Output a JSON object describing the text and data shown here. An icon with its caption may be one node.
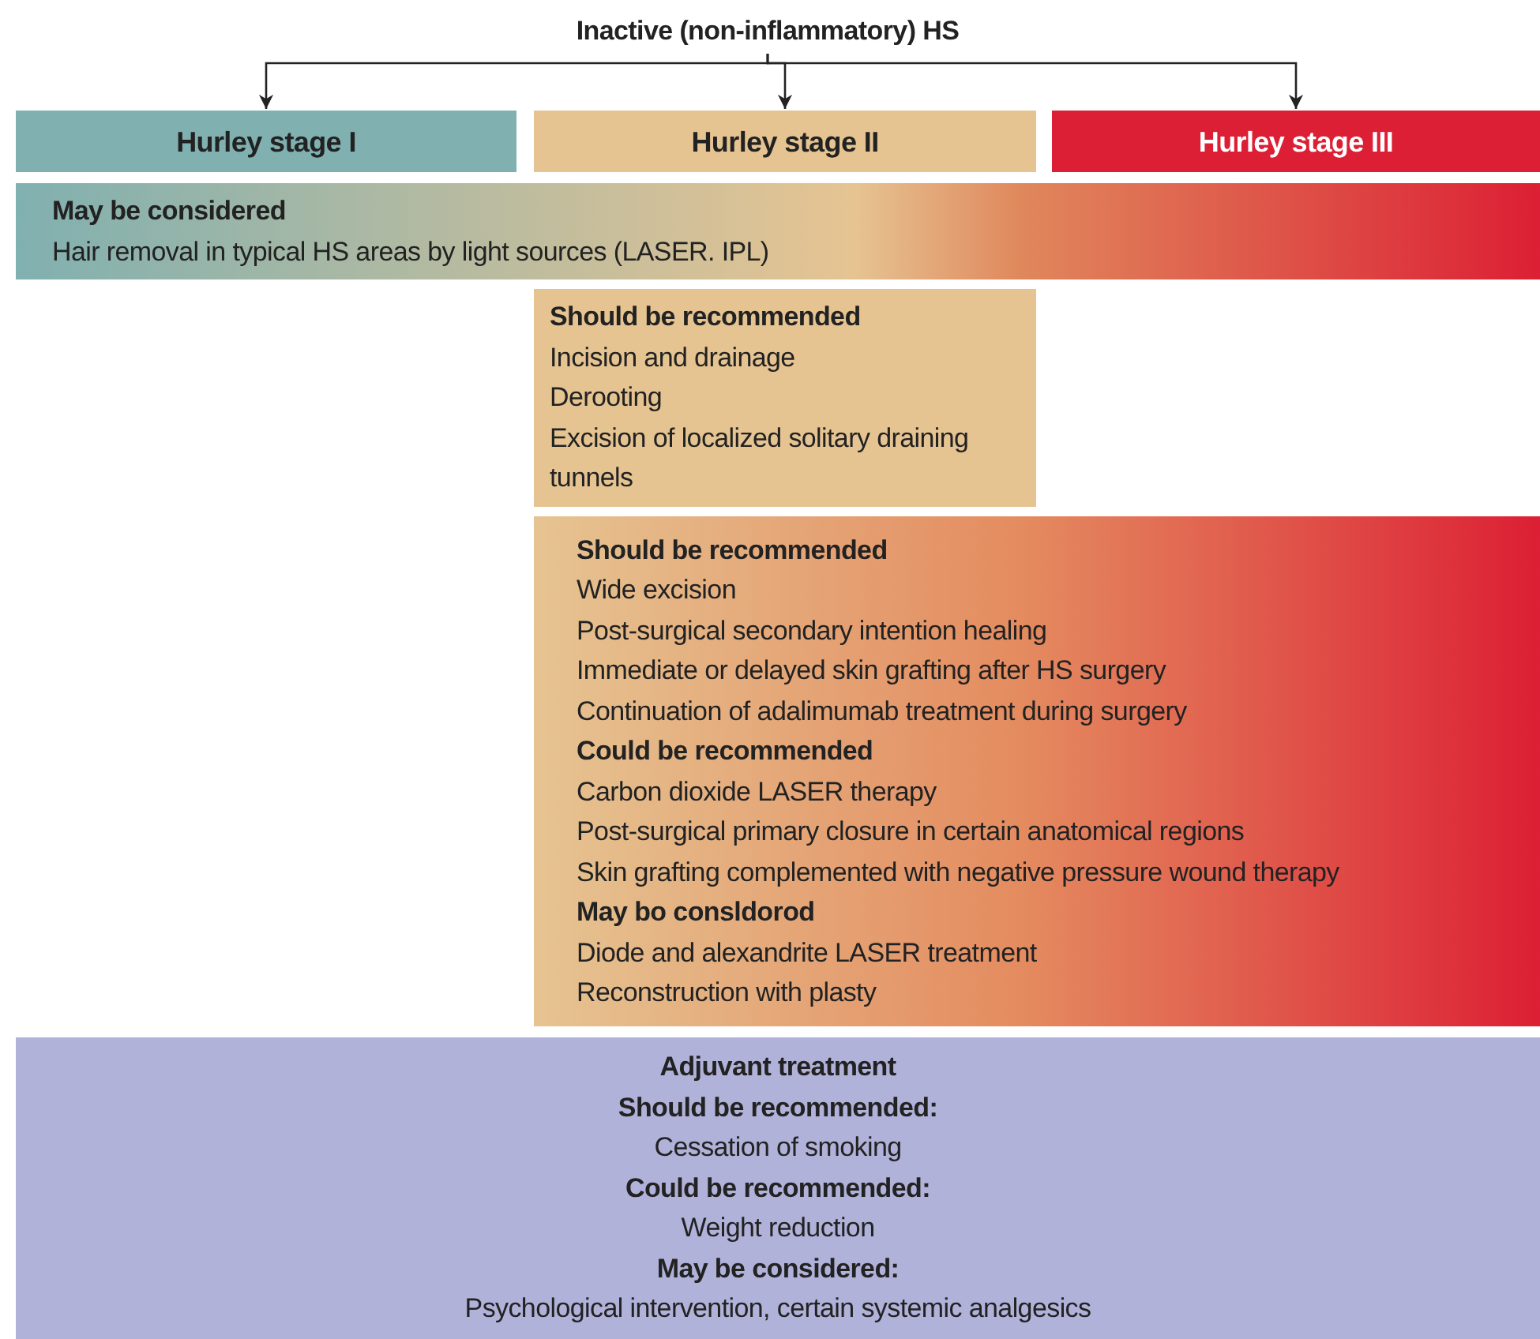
{
  "diagram": {
    "nodes": [
      {
        "text": [
          "Inactive (non-inflammatory) HS"
        ]
      },
      {
        "text": [
          "Hurley stage I"
        ]
      },
      {
        "text": [
          "Hurley stage II"
        ]
      },
      {
        "text": [
          "Hurley stage III"
        ]
      },
      {
        "text": [
          "May be considered",
          "Hair removal in typical HS areas by light sources (LASER. IPL)"
        ]
      },
      {
        "text": [
          "Should be recommended",
          "Incision and drainage",
          "Derooting",
          "Excision of localized solitary draining tunnels"
        ]
      },
      {
        "text": [
          "Should be recommended",
          "Wide excision",
          "Post-surgical secondary intention healing",
          "Immediate or delayed skin grafting after HS surgery",
          "Continuation of adalimumab treatment during surgery",
          "Could be recommended",
          "Carbon dioxide LASER therapy",
          "Post-surgical primary closure in certain anatomical regions",
          "Skin grafting complemented with negative pressure wound therapy",
          "May bo consldorod",
          "Diode and alexandrite LASER treatment",
          "Reconstruction with plasty"
        ]
      },
      {
        "text": [
          "Adjuvant treatment",
          "Should be recommended:",
          "Cessation of smoking",
          "Could be recommended:",
          "Weight reduction",
          "May be considered:",
          "Psychological intervention, certain systemic analgesics"
        ]
      }
    ],
    "edges": [
      {
        "from": 0,
        "to": 1,
        "arrow": "to"
      },
      {
        "from": 0,
        "to": 2,
        "arrow": "to"
      },
      {
        "from": 0,
        "to": 3,
        "arrow": "to"
      }
    ]
  }
}
